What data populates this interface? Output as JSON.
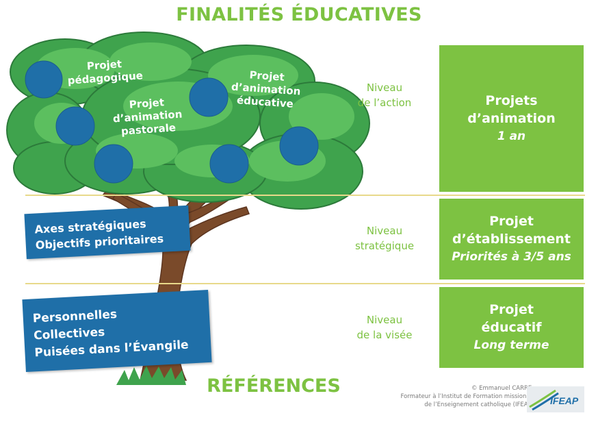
{
  "title_top": "FINALITÉS ÉDUCATIVES",
  "title_bottom": "RÉFÉRENCES",
  "tree_labels": {
    "pedagogique": [
      "Projet",
      "pédagogique"
    ],
    "pastorale": [
      "Projet",
      "d’animation",
      "pastorale"
    ],
    "educative": [
      "Projet",
      "d’animation",
      "éducative"
    ]
  },
  "blue_boxes": {
    "strategic": [
      "Axes stratégiques",
      "Objectifs prioritaires"
    ],
    "vision": [
      "Personnelles",
      "Collectives",
      "Puisées dans l’Évangile"
    ]
  },
  "levels": {
    "action": [
      "Niveau",
      "de l’action"
    ],
    "strategique": [
      "Niveau",
      "stratégique"
    ],
    "visee": [
      "Niveau",
      "de la visée"
    ]
  },
  "green_boxes": {
    "animation": {
      "title": [
        "Projets",
        "d’animation"
      ],
      "sub": "1 an"
    },
    "etablissement": {
      "title": [
        "Projet",
        "d’établissement"
      ],
      "sub": "Priorités à 3/5 ans"
    },
    "educatif": {
      "title": [
        "Projet",
        "éducatif"
      ],
      "sub": "Long terme"
    }
  },
  "copyright": [
    "© Emmanuel CARRE,",
    "Formateur à l’Institut de Formation missionné",
    "de l’Enseignement catholique (IFEAP)"
  ],
  "logo_text": "IFEAP",
  "colors": {
    "green": "#7dc242",
    "blue": "#1f6fa8",
    "foliage": "#3fa34d",
    "foliage_light": "#5cbf5f",
    "trunk": "#7a4a2a",
    "line": "#e8d98a"
  }
}
